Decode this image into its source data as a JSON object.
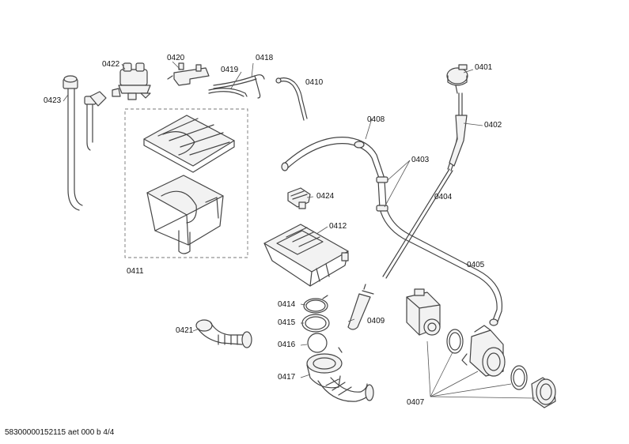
{
  "diagram": {
    "labels": {
      "p0401": "0401",
      "p0402": "0402",
      "p0403": "0403",
      "p0404": "0404",
      "p0405": "0405",
      "p0407": "0407",
      "p0408": "0408",
      "p0409": "0409",
      "p0410": "0410",
      "p0411": "0411",
      "p0412": "0412",
      "p0414": "0414",
      "p0415": "0415",
      "p0416": "0416",
      "p0417": "0417",
      "p0418": "0418",
      "p0419": "0419",
      "p0420": "0420",
      "p0421": "0421",
      "p0422": "0422",
      "p0423": "0423",
      "p0424": "0424"
    },
    "footer": "58300000152115 aet 000 b 4/4"
  }
}
